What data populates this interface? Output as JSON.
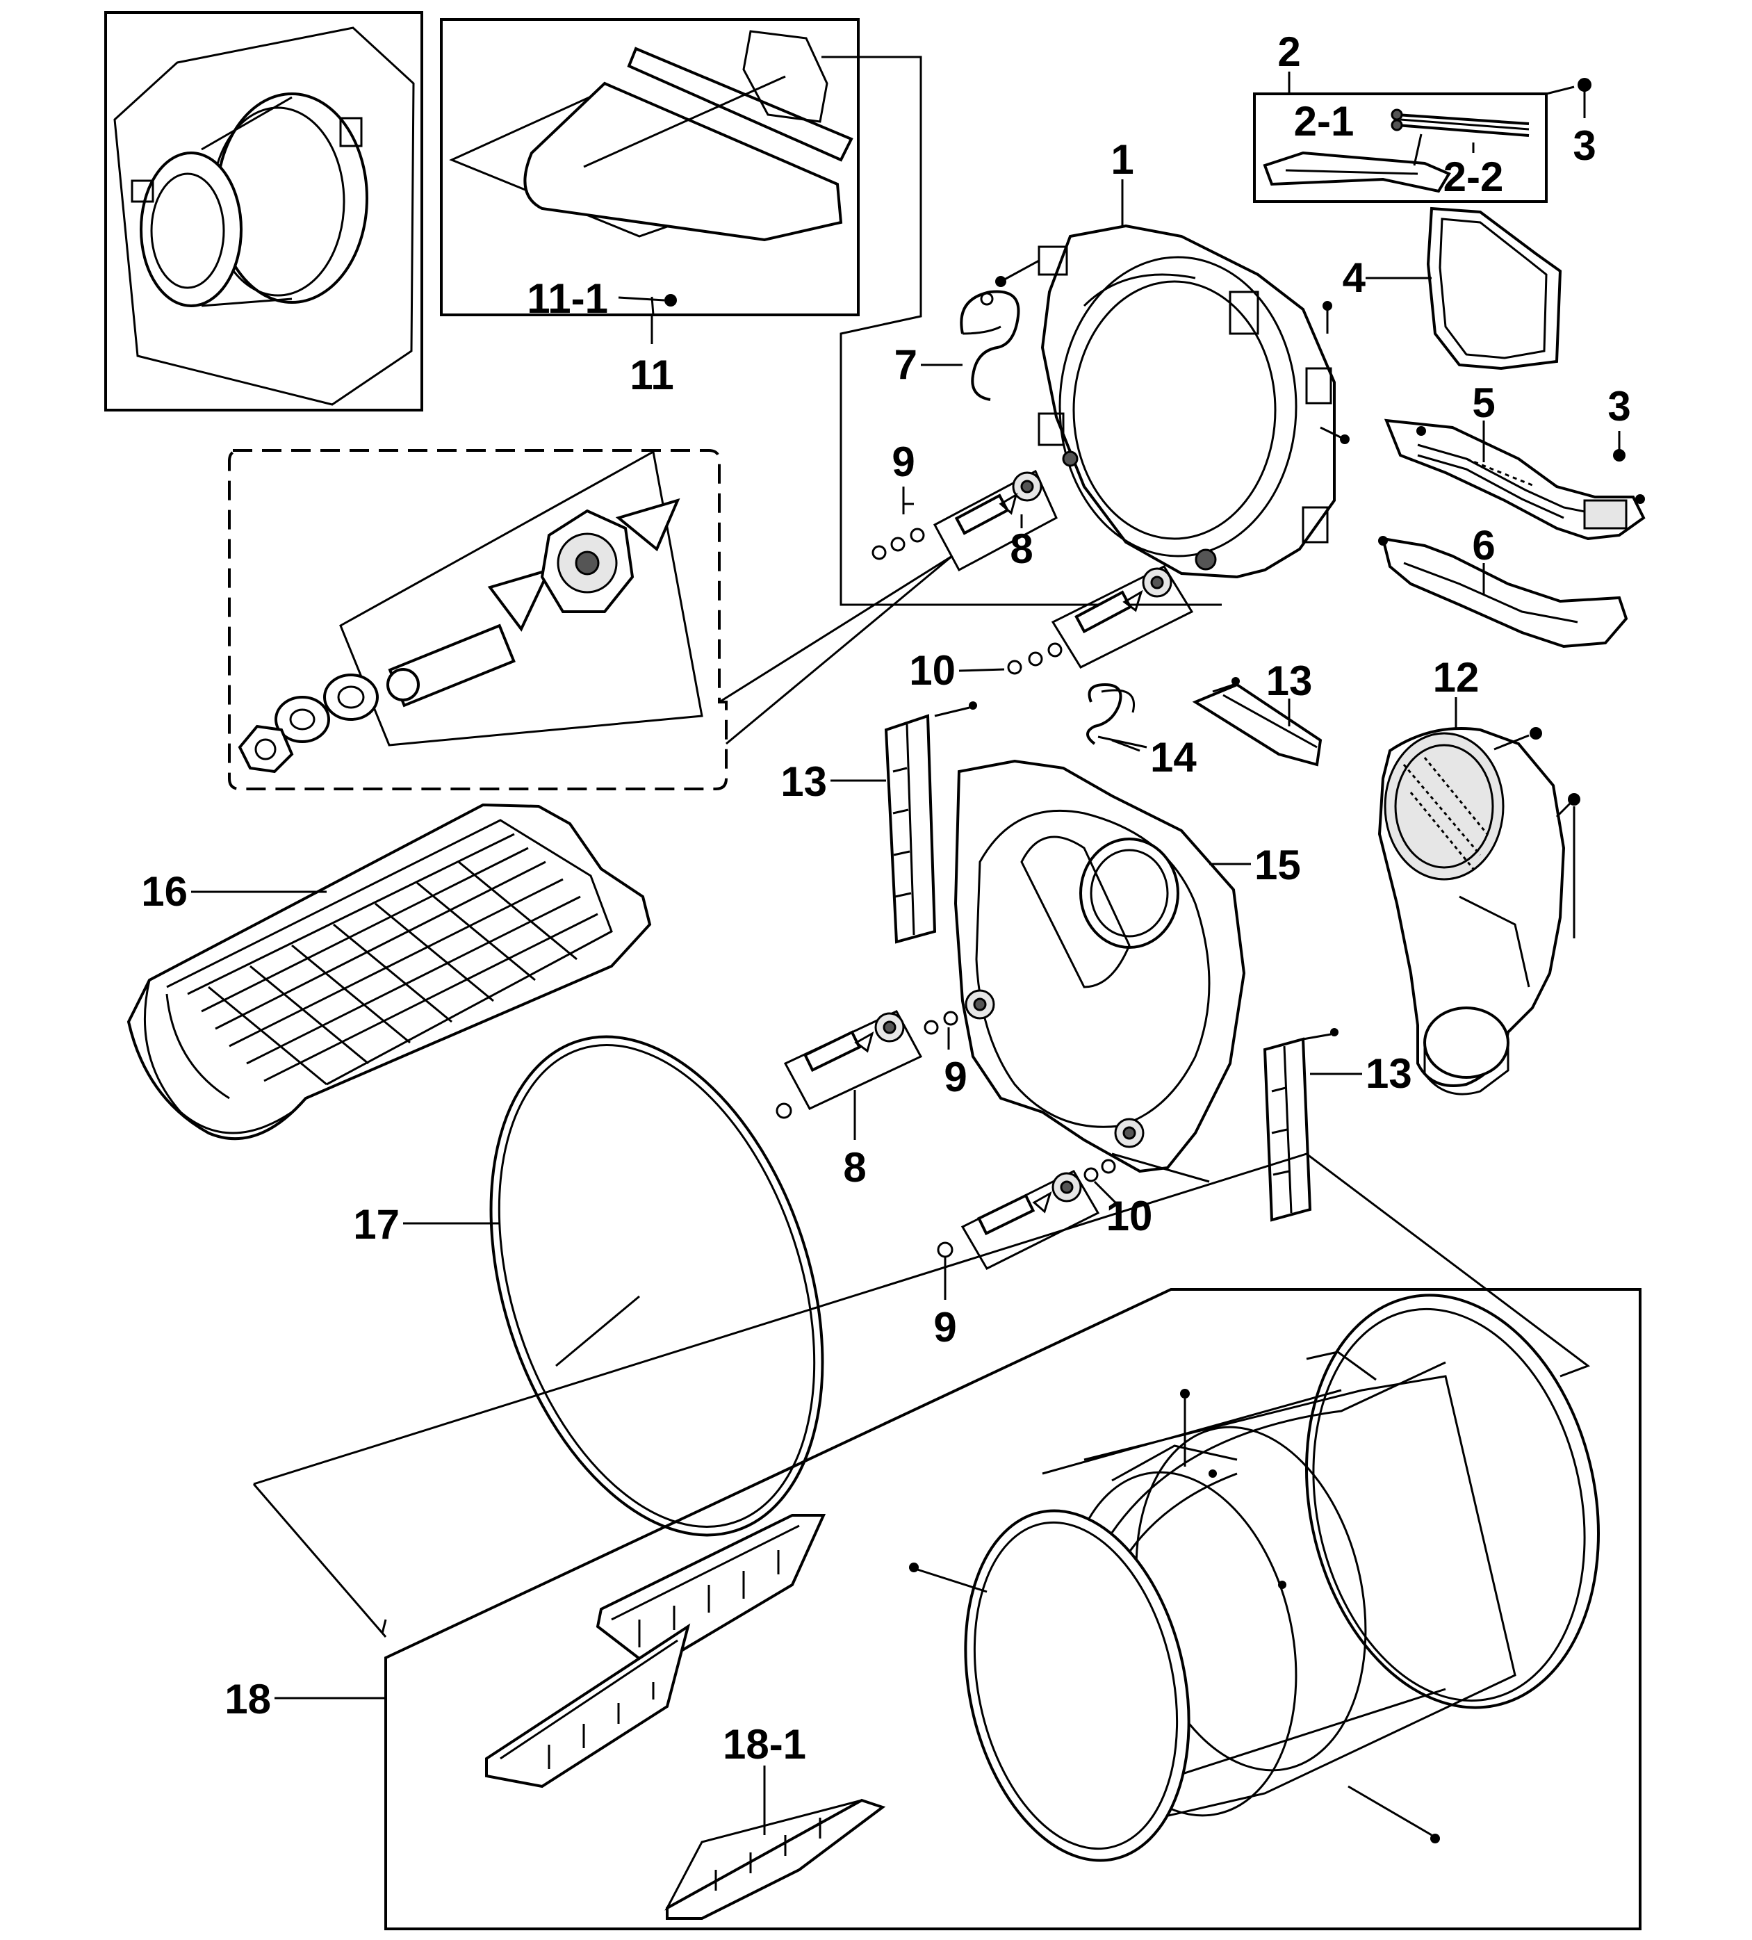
{
  "labels": {
    "p1": "1",
    "p2": "2",
    "p2_1": "2-1",
    "p2_2": "2-2",
    "p3a": "3",
    "p3b": "3",
    "p4": "4",
    "p5": "5",
    "p6": "6",
    "p7": "7",
    "p8a": "8",
    "p8b": "8",
    "p9a": "9",
    "p9b": "9",
    "p9c": "9",
    "p10a": "10",
    "p10b": "10",
    "p11": "11",
    "p11_1": "11-1",
    "p12": "12",
    "p13a": "13",
    "p13b": "13",
    "p13c": "13",
    "p14": "14",
    "p15": "15",
    "p16": "16",
    "p17": "17",
    "p18": "18",
    "p18_1": "18-1"
  }
}
